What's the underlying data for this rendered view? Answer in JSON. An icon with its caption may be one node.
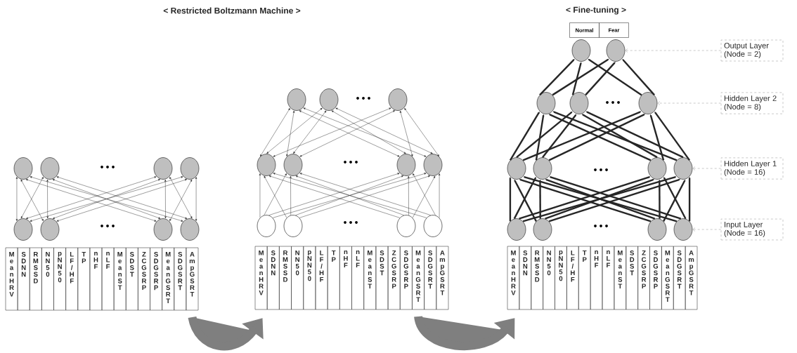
{
  "diagram": {
    "labels": [
      "< Restricted Boltzmann Machine >",
      "< Fine-tuning >"
    ],
    "nodes": [
      {
        "text": [],
        "shape": "circle"
      },
      {
        "text": [],
        "shape": "circle"
      },
      {
        "text": [],
        "shape": "circle"
      },
      {
        "text": [],
        "shape": "circle"
      },
      {
        "text": [],
        "shape": "circle"
      },
      {
        "text": [],
        "shape": "circle"
      },
      {
        "text": [],
        "shape": "circle"
      },
      {
        "text": [],
        "shape": "circle"
      },
      {
        "text": [
          "Mean HRV"
        ]
      },
      {
        "text": [
          "SDNN"
        ]
      },
      {
        "text": [
          "RMSSD"
        ]
      },
      {
        "text": [
          "NN50"
        ]
      },
      {
        "text": [
          "pNN50"
        ]
      },
      {
        "text": [
          "LF/HF"
        ]
      },
      {
        "text": [
          "TP"
        ]
      },
      {
        "text": [
          "nHF"
        ]
      },
      {
        "text": [
          "nLF"
        ]
      },
      {
        "text": [
          "MeanST"
        ]
      },
      {
        "text": [
          "SDST"
        ]
      },
      {
        "text": [
          "ZCGSRP"
        ]
      },
      {
        "text": [
          "SDGSRP"
        ]
      },
      {
        "text": [
          "MeanGSRT"
        ]
      },
      {
        "text": [
          "SDGSRT"
        ]
      },
      {
        "text": [
          "AmpGSRT"
        ]
      },
      {
        "text": [],
        "shape": "circle"
      },
      {
        "text": [],
        "shape": "circle"
      },
      {
        "text": [],
        "shape": "circle"
      },
      {
        "text": [],
        "shape": "circle"
      },
      {
        "text": [],
        "shape": "circle"
      },
      {
        "text": [],
        "shape": "circle"
      },
      {
        "text": [],
        "shape": "circle"
      },
      {
        "text": [],
        "shape": "circle"
      },
      {
        "text": [],
        "shape": "circle"
      },
      {
        "text": [],
        "shape": "circle"
      },
      {
        "text": [],
        "shape": "circle"
      },
      {
        "text": [
          "Mean HRV"
        ]
      },
      {
        "text": [
          "SDNN"
        ]
      },
      {
        "text": [
          "RMSSD"
        ]
      },
      {
        "text": [
          "NN50"
        ]
      },
      {
        "text": [
          "pNN50"
        ]
      },
      {
        "text": [
          "LF/HF"
        ]
      },
      {
        "text": [
          "TP"
        ]
      },
      {
        "text": [
          "nHF"
        ]
      },
      {
        "text": [
          "nLF"
        ]
      },
      {
        "text": [
          "MeanST"
        ]
      },
      {
        "text": [
          "SDST"
        ]
      },
      {
        "text": [
          "ZCGSRP"
        ]
      },
      {
        "text": [
          "SDGSRP"
        ]
      },
      {
        "text": [
          "MeanGSRT"
        ]
      },
      {
        "text": [
          "SDGSRT"
        ]
      },
      {
        "text": [
          "AmpGSRT"
        ]
      },
      {
        "text": [
          "Normal"
        ]
      },
      {
        "text": [
          "Fear"
        ]
      },
      {
        "text": [],
        "shape": "circle"
      },
      {
        "text": [],
        "shape": "circle"
      },
      {
        "text": [],
        "shape": "circle"
      },
      {
        "text": [],
        "shape": "circle"
      },
      {
        "text": [],
        "shape": "circle"
      },
      {
        "text": [],
        "shape": "circle"
      },
      {
        "text": [],
        "shape": "circle"
      },
      {
        "text": [],
        "shape": "circle"
      },
      {
        "text": [],
        "shape": "circle"
      },
      {
        "text": [],
        "shape": "circle"
      },
      {
        "text": [],
        "shape": "circle"
      },
      {
        "text": [],
        "shape": "circle"
      },
      {
        "text": [],
        "shape": "circle"
      },
      {
        "text": [
          "Mean HRV"
        ]
      },
      {
        "text": [
          "SDNN"
        ]
      },
      {
        "text": [
          "RMSSD"
        ]
      },
      {
        "text": [
          "NN50"
        ]
      },
      {
        "text": [
          "pNN50"
        ]
      },
      {
        "text": [
          "LF/HF"
        ]
      },
      {
        "text": [
          "TP"
        ]
      },
      {
        "text": [
          "nHF"
        ]
      },
      {
        "text": [
          "nLF"
        ]
      },
      {
        "text": [
          "MeanST"
        ]
      },
      {
        "text": [
          "SDST"
        ]
      },
      {
        "text": [
          "ZCGSRP"
        ]
      },
      {
        "text": [
          "SDGSRP"
        ]
      },
      {
        "text": [
          "MeanGSRT"
        ]
      },
      {
        "text": [
          "SDGSRT"
        ]
      },
      {
        "text": [
          "AmpGSRT"
        ]
      },
      {
        "text": [
          "Output Layer (Node = 2)"
        ]
      },
      {
        "text": [
          "Hidden Layer 2 (Node = 8)"
        ]
      },
      {
        "text": [
          "Hidden Layer 1 (Node = 16)"
        ]
      },
      {
        "text": [
          "Input Layer (Node = 16)"
        ]
      }
    ],
    "edges": [
      {
        "from": 0,
        "to": 4,
        "arrow": "both"
      },
      {
        "from": 0,
        "to": 5,
        "arrow": "both"
      },
      {
        "from": 0,
        "to": 6,
        "arrow": "both"
      },
      {
        "from": 0,
        "to": 7,
        "arrow": "both"
      },
      {
        "from": 1,
        "to": 4,
        "arrow": "both"
      },
      {
        "from": 1,
        "to": 5,
        "arrow": "both"
      },
      {
        "from": 1,
        "to": 6,
        "arrow": "both"
      },
      {
        "from": 1,
        "to": 7,
        "arrow": "both"
      },
      {
        "from": 2,
        "to": 4,
        "arrow": "both"
      },
      {
        "from": 2,
        "to": 5,
        "arrow": "both"
      },
      {
        "from": 2,
        "to": 6,
        "arrow": "both"
      },
      {
        "from": 2,
        "to": 7,
        "arrow": "both"
      },
      {
        "from": 3,
        "to": 4,
        "arrow": "both"
      },
      {
        "from": 3,
        "to": 5,
        "arrow": "both"
      },
      {
        "from": 3,
        "to": 6,
        "arrow": "both"
      },
      {
        "from": 3,
        "to": 7,
        "arrow": "both"
      },
      {
        "from": 24,
        "to": 27,
        "arrow": "both"
      },
      {
        "from": 24,
        "to": 28,
        "arrow": "both"
      },
      {
        "from": 24,
        "to": 29,
        "arrow": "both"
      },
      {
        "from": 24,
        "to": 30,
        "arrow": "both"
      },
      {
        "from": 25,
        "to": 27,
        "arrow": "both"
      },
      {
        "from": 25,
        "to": 28,
        "arrow": "both"
      },
      {
        "from": 25,
        "to": 29,
        "arrow": "both"
      },
      {
        "from": 25,
        "to": 30,
        "arrow": "both"
      },
      {
        "from": 26,
        "to": 27,
        "arrow": "both"
      },
      {
        "from": 26,
        "to": 28,
        "arrow": "both"
      },
      {
        "from": 26,
        "to": 29,
        "arrow": "both"
      },
      {
        "from": 26,
        "to": 30,
        "arrow": "both"
      },
      {
        "from": 31,
        "to": 27,
        "arrow": "to"
      },
      {
        "from": 31,
        "to": 28,
        "arrow": "to"
      },
      {
        "from": 31,
        "to": 29,
        "arrow": "to"
      },
      {
        "from": 31,
        "to": 30,
        "arrow": "to"
      },
      {
        "from": 32,
        "to": 27,
        "arrow": "to"
      },
      {
        "from": 32,
        "to": 28,
        "arrow": "to"
      },
      {
        "from": 32,
        "to": 29,
        "arrow": "to"
      },
      {
        "from": 32,
        "to": 30,
        "arrow": "to"
      },
      {
        "from": 33,
        "to": 27,
        "arrow": "to"
      },
      {
        "from": 33,
        "to": 28,
        "arrow": "to"
      },
      {
        "from": 33,
        "to": 29,
        "arrow": "to"
      },
      {
        "from": 33,
        "to": 30,
        "arrow": "to"
      },
      {
        "from": 34,
        "to": 27,
        "arrow": "to"
      },
      {
        "from": 34,
        "to": 28,
        "arrow": "to"
      },
      {
        "from": 34,
        "to": 29,
        "arrow": "to"
      },
      {
        "from": 34,
        "to": 30,
        "arrow": "to"
      },
      {
        "from": 55,
        "to": 53,
        "arrow": "to",
        "style": "thick"
      },
      {
        "from": 55,
        "to": 54,
        "arrow": "to",
        "style": "thick"
      },
      {
        "from": 56,
        "to": 53,
        "arrow": "to",
        "style": "thick"
      },
      {
        "from": 56,
        "to": 54,
        "arrow": "to",
        "style": "thick"
      },
      {
        "from": 57,
        "to": 53,
        "arrow": "to",
        "style": "thick"
      },
      {
        "from": 57,
        "to": 54,
        "arrow": "to",
        "style": "thick"
      },
      {
        "from": 58,
        "to": 55,
        "arrow": "to",
        "style": "thick"
      },
      {
        "from": 58,
        "to": 56,
        "arrow": "to",
        "style": "thick"
      },
      {
        "from": 58,
        "to": 57,
        "arrow": "to",
        "style": "thick"
      },
      {
        "from": 59,
        "to": 55,
        "arrow": "to",
        "style": "thick"
      },
      {
        "from": 59,
        "to": 56,
        "arrow": "to",
        "style": "thick"
      },
      {
        "from": 59,
        "to": 57,
        "arrow": "to",
        "style": "thick"
      },
      {
        "from": 60,
        "to": 55,
        "arrow": "to",
        "style": "thick"
      },
      {
        "from": 60,
        "to": 56,
        "arrow": "to",
        "style": "thick"
      },
      {
        "from": 60,
        "to": 57,
        "arrow": "to",
        "style": "thick"
      },
      {
        "from": 61,
        "to": 55,
        "arrow": "to",
        "style": "thick"
      },
      {
        "from": 61,
        "to": 56,
        "arrow": "to",
        "style": "thick"
      },
      {
        "from": 61,
        "to": 57,
        "arrow": "to",
        "style": "thick"
      },
      {
        "from": 62,
        "to": 58,
        "arrow": "to",
        "style": "thick"
      },
      {
        "from": 62,
        "to": 59,
        "arrow": "to",
        "style": "thick"
      },
      {
        "from": 62,
        "to": 60,
        "arrow": "to",
        "style": "thick"
      },
      {
        "from": 62,
        "to": 61,
        "arrow": "to",
        "style": "thick"
      },
      {
        "from": 63,
        "to": 58,
        "arrow": "to",
        "style": "thick"
      },
      {
        "from": 63,
        "to": 59,
        "arrow": "to",
        "style": "thick"
      },
      {
        "from": 63,
        "to": 60,
        "arrow": "to",
        "style": "thick"
      },
      {
        "from": 63,
        "to": 61,
        "arrow": "to",
        "style": "thick"
      },
      {
        "from": 64,
        "to": 58,
        "arrow": "to",
        "style": "thick"
      },
      {
        "from": 64,
        "to": 59,
        "arrow": "to",
        "style": "thick"
      },
      {
        "from": 64,
        "to": 60,
        "arrow": "to",
        "style": "thick"
      },
      {
        "from": 64,
        "to": 61,
        "arrow": "to",
        "style": "thick"
      },
      {
        "from": 65,
        "to": 58,
        "arrow": "to",
        "style": "thick"
      },
      {
        "from": 65,
        "to": 59,
        "arrow": "to",
        "style": "thick"
      },
      {
        "from": 65,
        "to": 60,
        "arrow": "to",
        "style": "thick"
      },
      {
        "from": 65,
        "to": 61,
        "arrow": "to",
        "style": "thick"
      },
      {
        "from": 82,
        "to": 54,
        "arrow": "to",
        "style": "dashed",
        "color": "#a6a6a6"
      },
      {
        "from": 83,
        "to": 57,
        "arrow": "to",
        "style": "dashed",
        "color": "#a6a6a6"
      },
      {
        "from": 84,
        "to": 61,
        "arrow": "to",
        "style": "dashed",
        "color": "#a6a6a6"
      },
      {
        "from": 85,
        "to": 65,
        "arrow": "to",
        "style": "dashed",
        "color": "#a6a6a6"
      },
      {
        "from": 23,
        "to": 35,
        "arrow": "to",
        "style": "thick",
        "color": "#7f7f7f"
      },
      {
        "from": 48,
        "to": 66,
        "arrow": "to",
        "style": "thick",
        "color": "#7f7f7f"
      }
    ]
  }
}
